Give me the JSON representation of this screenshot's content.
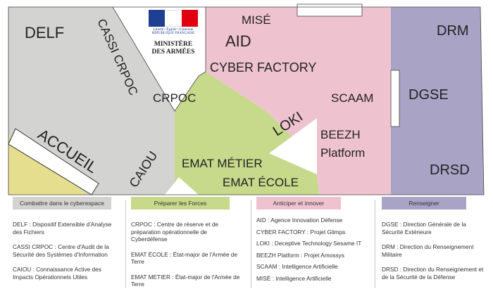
{
  "logo": {
    "flag_colors": [
      "#1e3f92",
      "#ffffff",
      "#e1000f"
    ],
    "motto": "Liberté • Égalité • Fraternité",
    "republic": "RÉPUBLIQUE FRANÇAISE",
    "ministry_line1": "MINISTÈRE",
    "ministry_line2": "DES ARMÉES"
  },
  "zones": {
    "combattre_color": "#d3d3d1",
    "preparer_color": "#c7d98b",
    "anticiper_color": "#eec3cf",
    "renseigner_color": "#a9a3c6",
    "accueil_color": "#e5de8e"
  },
  "map_labels": {
    "delf": "DELF",
    "cassi_crpoc": "CASSI CRPOC",
    "crpoc": "CRPOC",
    "accueil": "ACCUEIL",
    "caiou": "CAIOU",
    "emat_metier": "EMAT MÉTIER",
    "emat_ecole": "EMAT ÉCOLE",
    "mise": "MISÉ",
    "aid": "AID",
    "cyber_factory": "CYBER FACTORY",
    "loki": "LOKI",
    "scaam": "SCAAM",
    "beezh_line1": "BEEZH",
    "beezh_line2": "Platform",
    "drm": "DRM",
    "dgse": "DGSE",
    "drsd": "DRSD"
  },
  "legend": {
    "combattre": {
      "title": "Combattre dans le cyberespace",
      "color": "#d3d3d1",
      "entries": [
        "DELF : Dispositif Extensible d'Analyse des Fichiers",
        "CASSI CRPOC : Centre d'Audit de la Sécurité des Systèmes d'Information",
        "CAIOU : Connaissance Active des Impacts Opérationnels Utiles"
      ]
    },
    "preparer": {
      "title": "Préparer les Forces",
      "color": "#c7d98b",
      "entries": [
        "CRPOC : Centre de réserve et de préparation opérationnelle de Cyberdéfense",
        "EMAT ÉCOLE : État-major de l'Armée de Terre",
        "EMAT METIER : État-major de l'Armée de Terre"
      ]
    },
    "anticiper": {
      "title": "Anticiper et innover",
      "color": "#eec3cf",
      "entries": [
        "AID : Agence Innovation Défense",
        "CYBER FACTORY : Projet Glimps",
        "LOKI : Deceptive Technology Sesame IT",
        "BEEZH Platform : Projet Amossys",
        "SCAAM : Intelligence Artificielle",
        "MISÉ : Intelligence Artificielle"
      ]
    },
    "renseigner": {
      "title": "Renseigner",
      "color": "#a9a3c6",
      "entries": [
        "DGSE : Direction Générale de la Sécurité Extérieure",
        "DRM : Direction du Renseignement Militaire",
        "DRSD : Direction du Renseignement et de la Sécurité de la Défense"
      ]
    }
  }
}
